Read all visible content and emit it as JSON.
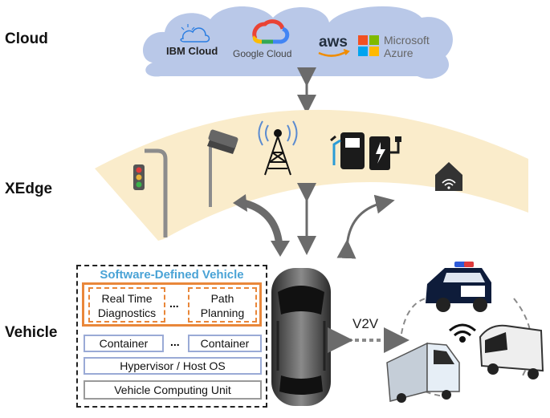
{
  "layers": {
    "cloud": "Cloud",
    "xedge": "XEdge",
    "vehicle": "Vehicle"
  },
  "cloud_providers": {
    "ibm": "IBM Cloud",
    "google": "Google Cloud",
    "aws": "aws",
    "microsoft": "Microsoft",
    "azure": "Azure"
  },
  "sdv": {
    "title": "Software-Defined Vehicle",
    "app1": "Real Time Diagnostics",
    "app1_line1": "Real Time",
    "app1_line2": "Diagnostics",
    "ellipsis": "...",
    "app2": "Path Planning",
    "app2_line1": "Path",
    "app2_line2": "Planning",
    "container1": "Container",
    "container2": "Container",
    "hypervisor": "Hypervisor / Host OS",
    "vcu": "Vehicle Computing Unit"
  },
  "v2v_label": "V2V",
  "icons": [
    "cloud-icon",
    "traffic-light-icon",
    "cctv-camera-icon",
    "cell-tower-icon",
    "fuel-pump-icon",
    "ev-charger-icon",
    "smart-home-icon",
    "car-icon",
    "police-car-icon",
    "delivery-truck-icon",
    "bus-icon",
    "wifi-icon"
  ],
  "colors": {
    "cloud_fill": "#b9c8e8",
    "edge_fill": "#faeccb",
    "sdv_title": "#4aa3d6",
    "app_border": "#e9873a",
    "container_border": "#9aaad6",
    "vcu_border": "#9a9a9a",
    "arrow": "#6b6b6b"
  }
}
